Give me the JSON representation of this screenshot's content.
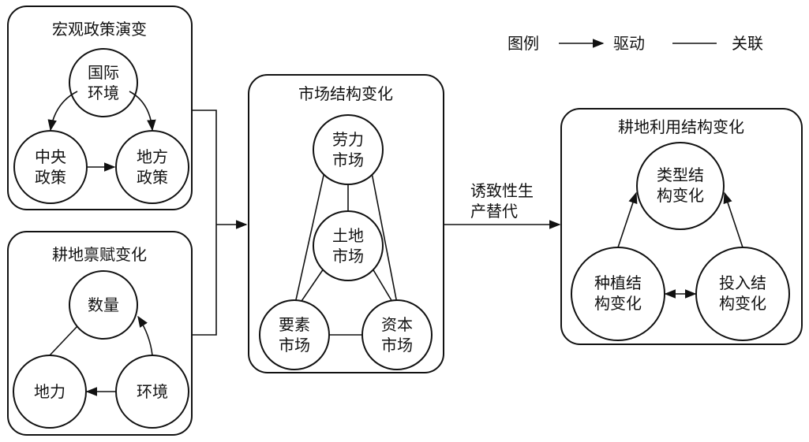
{
  "legend": {
    "title": "图例",
    "drive": "驱动",
    "relate": "关联"
  },
  "macro": {
    "title": "宏观政策演变",
    "intl": [
      "国际",
      "环境"
    ],
    "central": [
      "中央",
      "政策"
    ],
    "local": [
      "地方",
      "政策"
    ]
  },
  "endow": {
    "title": "耕地禀赋变化",
    "quantity": "数量",
    "fertility": "地力",
    "environment": "环境"
  },
  "market": {
    "title": "市场结构变化",
    "labor": [
      "劳力",
      "市场"
    ],
    "land": [
      "土地",
      "市场"
    ],
    "factor": [
      "要素",
      "市场"
    ],
    "capital": [
      "资本",
      "市场"
    ]
  },
  "induce": [
    "诱致性生",
    "产替代"
  ],
  "landuse": {
    "title": "耕地利用结构变化",
    "type": [
      "类型结",
      "构变化"
    ],
    "planting": [
      "种植结",
      "构变化"
    ],
    "input": [
      "投入结",
      "构变化"
    ]
  }
}
